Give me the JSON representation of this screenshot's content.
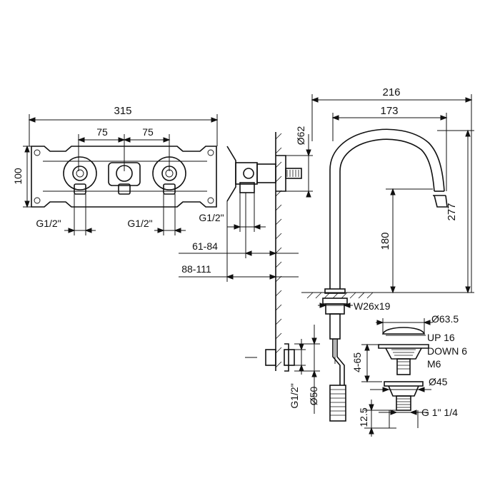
{
  "dimensions": {
    "plate_width": "315",
    "plate_height": "100",
    "spacing_left": "75",
    "spacing_right": "75",
    "thread_left": "G1/2\"",
    "thread_right": "G1/2\"",
    "side_thread": "G1/2\"",
    "depth_range_1": "61-84",
    "depth_range_2": "88-111",
    "rosette_diameter": "Ø62",
    "spout_reach_total": "216",
    "spout_reach": "173",
    "spout_height": "277",
    "outlet_height": "180",
    "spout_key": "W26x19",
    "waste_cap_diameter": "Ø63.5",
    "waste_up": "UP 16",
    "waste_down": "DOWN 6",
    "waste_thread_m": "M6",
    "waste_range": "4-65",
    "waste_body_diameter": "Ø45",
    "waste_thread": "G 1\" 1/4",
    "waste_offset": "12.5",
    "valve_thread": "G1/2\"",
    "valve_diameter": "Ø50"
  }
}
